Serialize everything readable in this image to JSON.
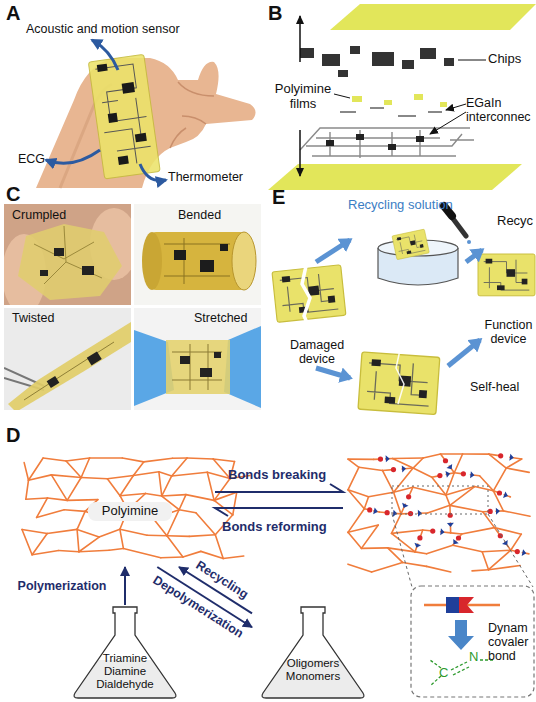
{
  "diagram": {
    "nodes": [
      {
        "text": [
          "Polyimine"
        ]
      },
      {
        "text": [
          "Triamine Diamine Dialdehyde"
        ]
      },
      {
        "text": [
          "Oligomers Monomers"
        ]
      },
      {
        "text": [
          "Dynam covaler bond"
        ]
      }
    ],
    "edges": [
      {
        "from": 1,
        "to": 0,
        "arrow": "to",
        "label": "Polymerization"
      },
      {
        "from": 2,
        "to": 0,
        "arrow": "to",
        "label": "Recycling"
      },
      {
        "from": 0,
        "to": 2,
        "arrow": "to",
        "label": "Depolymerization"
      }
    ],
    "labels": [
      "A",
      "Acoustic and motion sensor",
      "ECG",
      "Thermometer",
      "B",
      "Chips",
      "Polyimine films",
      "EGaIn interconnec",
      "C",
      "Crumpled",
      "Bended",
      "Twisted",
      "Stretched",
      "E",
      "Recycling solution",
      "Recyc",
      "Damaged device",
      "Function device",
      "Self-heal",
      "D",
      "Bonds breaking",
      "Bonds reforming",
      "C",
      "N"
    ]
  }
}
